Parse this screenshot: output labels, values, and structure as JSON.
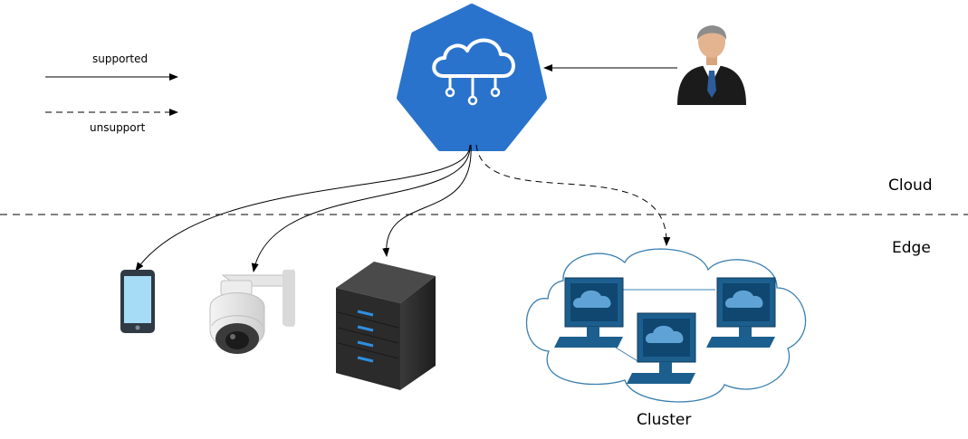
{
  "legend": {
    "supported_label": "supported",
    "unsupport_label": "unsupport"
  },
  "zones": {
    "cloud_label": "Cloud",
    "edge_label": "Edge"
  },
  "cluster": {
    "label": "Cluster"
  },
  "colors": {
    "cloud_badge": "#2a73cc",
    "phone_screen": "#a7dcf7",
    "server_body": "#2b2b2b",
    "server_lights": "#2e8fe0",
    "monitor_frame": "#1c5f8e",
    "cluster_cloud_outline": "#3a7fb0"
  },
  "icons": {
    "cloud_hub": "kubernetes-cloud-icon",
    "admin": "businessman-icon",
    "phone": "smartphone-icon",
    "camera": "security-camera-icon",
    "server": "server-tower-icon",
    "computers": "desktop-computer-icon"
  }
}
